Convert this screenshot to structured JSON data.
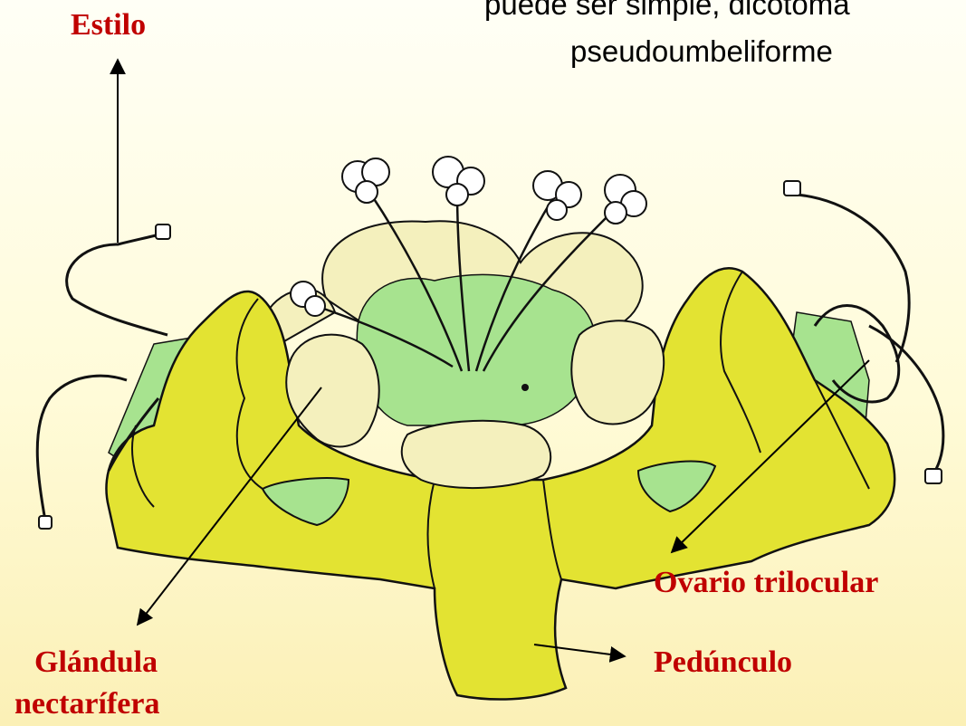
{
  "caption": {
    "line1": "puede ser simple, dicotoma",
    "line2": "pseudoumbeliforme"
  },
  "labels": {
    "estilo": "Estilo",
    "glandula_line1": "Glándula",
    "glandula_line2": "nectarífera",
    "ovario": "Ovario trilocular",
    "pedunculo": "Pedúnculo"
  },
  "colors": {
    "label_red": "#c00000",
    "yellow_body": "#e3e332",
    "cream_petal": "#f4f0bd",
    "green_tissue": "#a7e38f",
    "outline": "#111111"
  }
}
